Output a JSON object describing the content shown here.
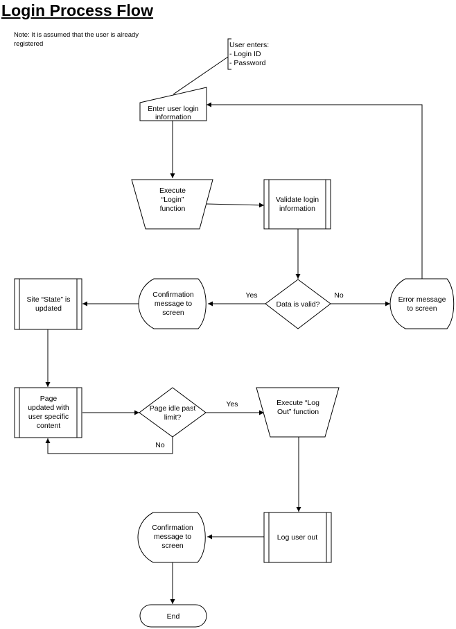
{
  "title": "Login Process Flow",
  "note": "Note: It is assumed that the user is already registered",
  "annotation": {
    "lines": [
      "User enters:",
      "- Login ID",
      "- Password"
    ]
  },
  "nodes": {
    "enter_info": {
      "lines": [
        "Enter user login",
        "information"
      ]
    },
    "execute_login": {
      "lines": [
        "Execute",
        "“Login”",
        "function"
      ]
    },
    "validate": {
      "lines": [
        "Validate login",
        "information"
      ]
    },
    "data_valid": {
      "lines": [
        "Data is valid?"
      ]
    },
    "error_message": {
      "lines": [
        "Error message",
        "to screen"
      ]
    },
    "confirm1": {
      "lines": [
        "Confirmation",
        "message to",
        "screen"
      ]
    },
    "site_state": {
      "lines": [
        "Site “State” is",
        "updated"
      ]
    },
    "page_updated": {
      "lines": [
        "Page",
        "updated with",
        "user specific",
        "content"
      ]
    },
    "page_idle": {
      "lines": [
        "Page idle past",
        "limit?"
      ]
    },
    "execute_logout": {
      "lines": [
        "Execute “Log",
        "Out” function"
      ]
    },
    "log_out": {
      "lines": [
        "Log user out"
      ]
    },
    "confirm2": {
      "lines": [
        "Confirmation",
        "message to",
        "screen"
      ]
    },
    "end": {
      "lines": [
        "End"
      ]
    }
  },
  "edge_labels": {
    "valid_yes": "Yes",
    "valid_no": "No",
    "idle_yes": "Yes",
    "idle_no": "No"
  }
}
